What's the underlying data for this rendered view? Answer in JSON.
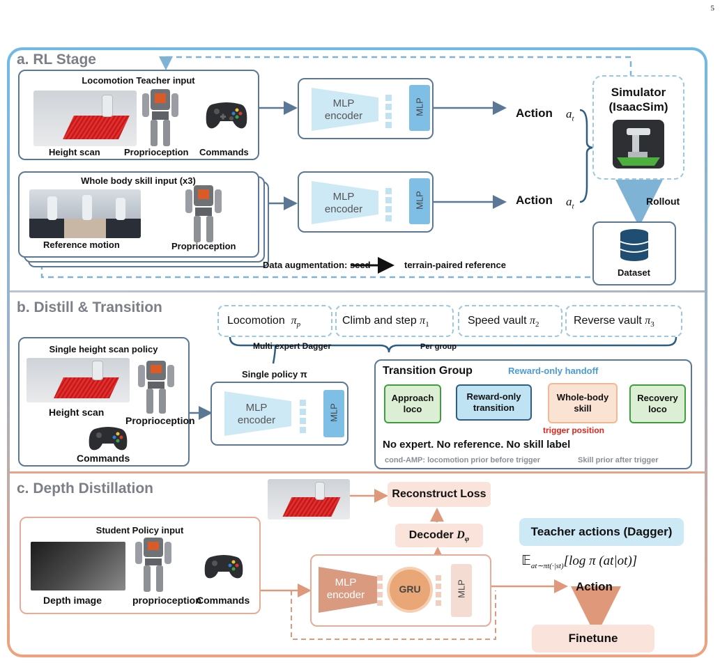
{
  "page_number": "5",
  "sections": {
    "a": {
      "title": "a. RL Stage",
      "teacher_input": {
        "title": "Locomotion Teacher input",
        "items": [
          "Height scan",
          "Proprioception",
          "Commands"
        ]
      },
      "skill_input": {
        "title": "Whole body skill input  (x3)",
        "items": [
          "Reference motion",
          "Proprioception"
        ]
      },
      "encoder_label": "MLP\nencoder",
      "mlp_label": "MLP",
      "action_label": "Action",
      "action_symbol": "a",
      "action_sub": "t",
      "simulator": "Simulator\n(IsaacSim)",
      "rollout": "Rollout",
      "dataset": "Dataset",
      "augmentation_left": "Data augmentation: seed",
      "augmentation_right": "terrain-paired reference"
    },
    "b": {
      "title": "b. Distill & Transition",
      "experts": [
        {
          "name": "Locomotion",
          "sym": "π",
          "sub": "p"
        },
        {
          "name": "Climb and step",
          "sym": "π",
          "sub": "1"
        },
        {
          "name": "Speed vault",
          "sym": "π",
          "sub": "2"
        },
        {
          "name": "Reverse vault",
          "sym": "π",
          "sub": "3"
        }
      ],
      "multi_expert": "Multi expert Dagger",
      "per_group": "Per group",
      "single_policy": "Single policy π",
      "policy_input": {
        "title": "Single height scan policy",
        "items": [
          "Height scan",
          "Proprioception",
          "Commands"
        ]
      },
      "transition": {
        "title": "Transition Group",
        "handoff": "Reward-only handoff",
        "nodes": [
          "Approach\nloco",
          "Reward-only\ntransition",
          "Whole-body\nskill",
          "Recovery\nloco"
        ],
        "trigger": "trigger position",
        "note": "No expert. No reference. No skill label",
        "cond_left": "cond-AMP: locomotion prior before trigger",
        "cond_right": "Skill prior after trigger"
      }
    },
    "c": {
      "title": "c. Depth Distillation",
      "reconstruct": "Reconstruct Loss",
      "decoder": "Decoder",
      "decoder_sym": "D",
      "decoder_sub": "φ",
      "student_input": {
        "title": "Student Policy input",
        "items": [
          "Depth image",
          "proprioception",
          "Commands"
        ]
      },
      "gru": "GRU",
      "teacher_actions": "Teacher actions (Dagger)",
      "formula": "𝔼",
      "formula_sub": "at∼πt(·|st)",
      "formula_rest": "[log π (at|ot)]",
      "action": "Action",
      "finetune": "Finetune"
    }
  },
  "colors": {
    "section_a": "#6fb9e6",
    "section_c": "#f0a17c",
    "box_stroke": "#5a7796",
    "encoder_blue": "#cde9f6",
    "encoder_orange": "#d99a7f",
    "green": "#3e9e3e",
    "trigger_red": "#e0251b",
    "handoff_blue": "#4a9bd8"
  }
}
